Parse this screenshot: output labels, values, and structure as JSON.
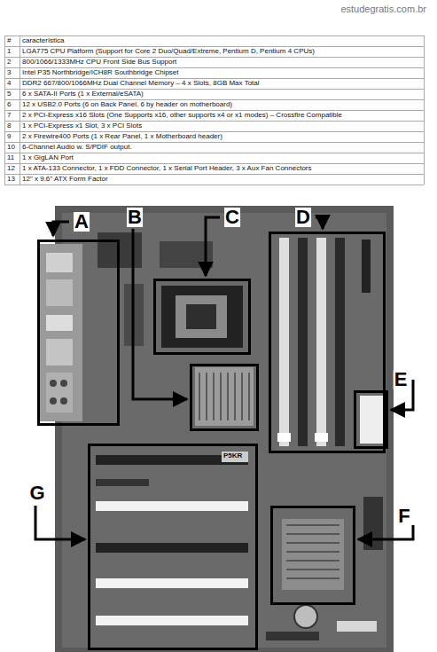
{
  "diagram": {
    "nodes": [
      {
        "text": [
          "A"
        ]
      },
      {
        "text": [
          "B"
        ]
      },
      {
        "text": [
          "C"
        ]
      },
      {
        "text": [
          "D"
        ]
      },
      {
        "text": [
          "E"
        ]
      },
      {
        "text": [
          "F"
        ]
      },
      {
        "text": [
          "G"
        ]
      }
    ],
    "labels": [
      "estudegratis.com.br",
      "#",
      "característica",
      "1",
      "LGA775 CPU Platform (Support for Core 2 Duo/Quad/Extreme, Pentium D, Pentium 4 CPUs)",
      "2",
      "800/1066/1333MHz CPU Front Side Bus Support",
      "3",
      "Intel P35 Northbridge/ICH8R Southbridge Chipset",
      "4",
      "DDR2 667/800/1066MHz Dual Channel Memory – 4 x Slots, 8GB Max Total",
      "5",
      "6 x SATA-II Ports (1 x External/eSATA)",
      "6",
      "12 x USB2.0 Ports (6 on Back Panel, 6 by header on motherboard)",
      "7",
      "2 x PCI-Express x16 Slots (One Supports x16, other supports x4 or x1 modes) – Crossfire Compatible",
      "8",
      "1 x PCI-Express x1 Slot, 3 x PCI Slots",
      "9",
      "2 x Firewire400 Ports (1 x Rear Panel, 1 x Motherboard header)",
      "10",
      "6-Channel Audio w. S/PDIF output.",
      "11",
      "1 x GigLAN Port",
      "12",
      "1 x ATA-133 Connector, 1 x FDD Connector, 1 x Serial Port Header, 3 x Aux Fan Connectors",
      "13",
      "12\" x 9.6\" ATX Form Factor",
      "P5KR"
    ]
  }
}
